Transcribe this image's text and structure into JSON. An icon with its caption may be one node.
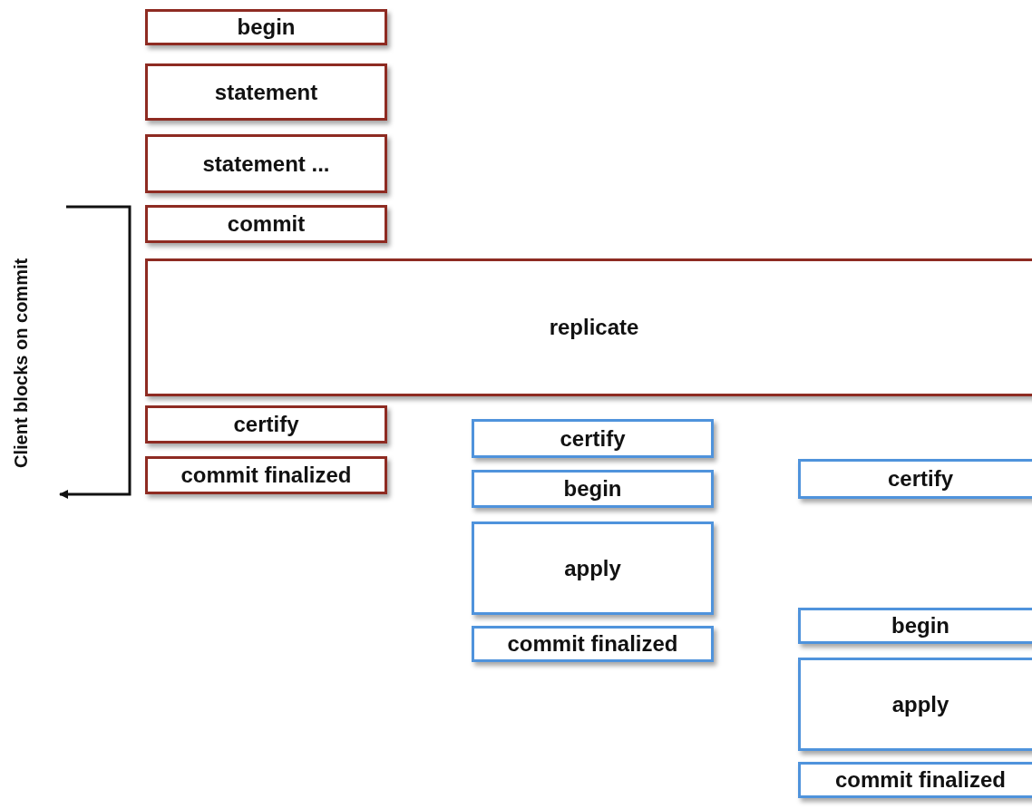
{
  "diagram": {
    "nodes": [
      {
        "text": [
          "begin"
        ]
      },
      {
        "text": [
          "statement"
        ]
      },
      {
        "text": [
          "statement ..."
        ]
      },
      {
        "text": [
          "commit"
        ]
      },
      {
        "text": [
          "replicate"
        ]
      },
      {
        "text": [
          "certify"
        ]
      },
      {
        "text": [
          "commit finalized"
        ]
      },
      {
        "text": [
          "certify"
        ]
      },
      {
        "text": [
          "begin"
        ]
      },
      {
        "text": [
          "apply"
        ]
      },
      {
        "text": [
          "commit finalized"
        ]
      },
      {
        "text": [
          "certify"
        ]
      },
      {
        "text": [
          "begin"
        ]
      },
      {
        "text": [
          "apply"
        ]
      },
      {
        "text": [
          "commit finalized"
        ]
      }
    ],
    "labels": [
      "Client blocks on commit"
    ]
  }
}
